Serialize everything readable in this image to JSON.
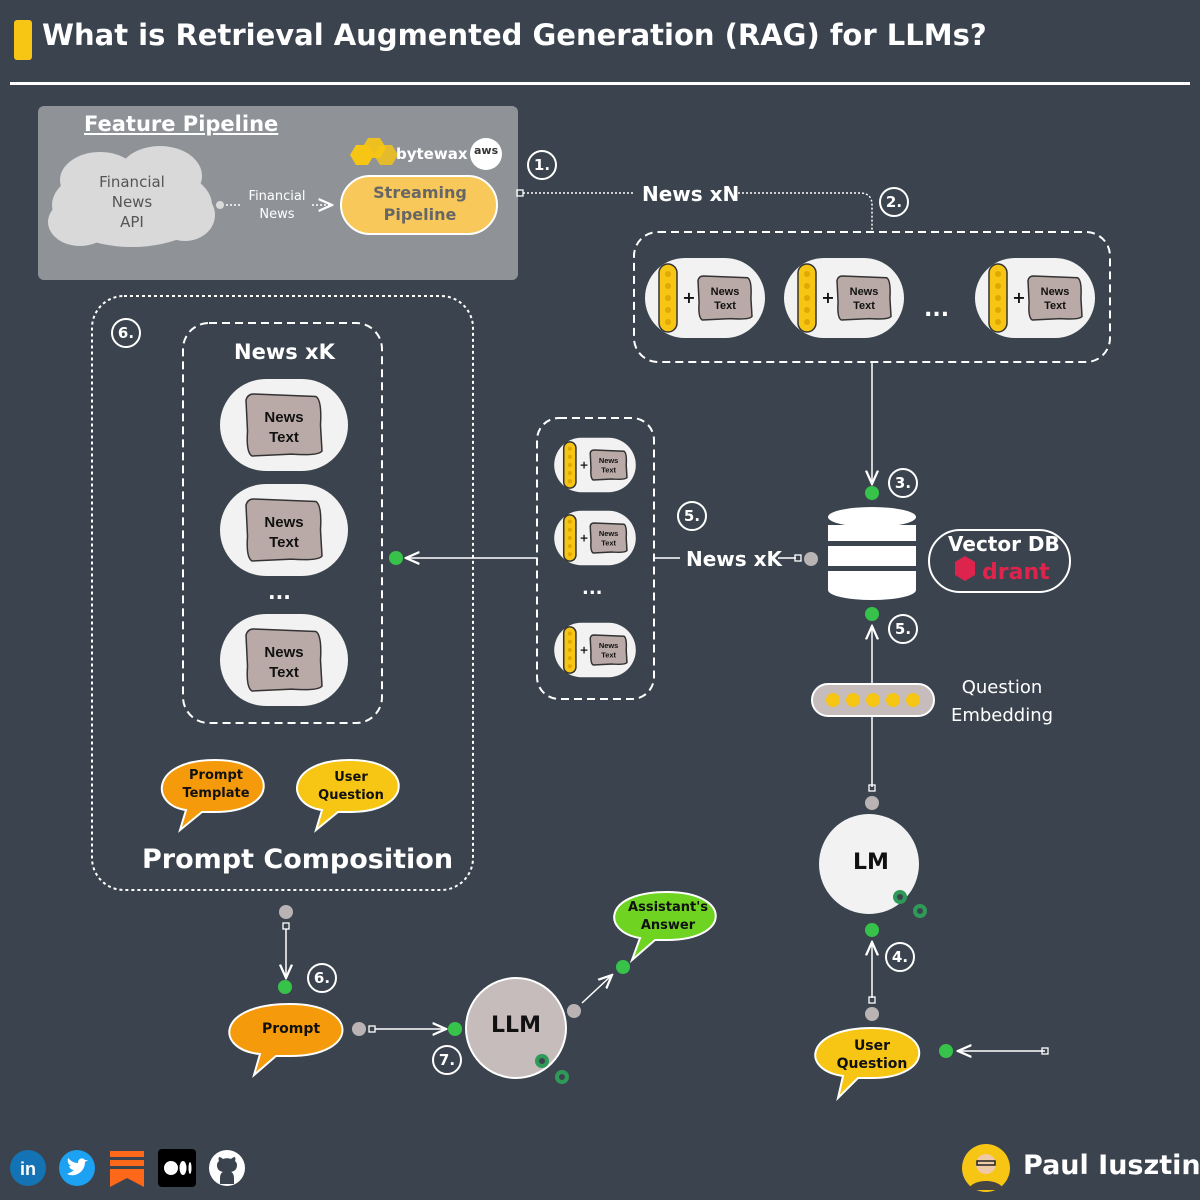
{
  "header": {
    "title": "What is Retrieval Augmented Generation (RAG) for LLMs?"
  },
  "feature_pipeline": {
    "title": "Feature Pipeline",
    "source": "Financial\nNews\nAPI",
    "edge_label": "Financial\nNews",
    "pipeline": "Streaming\nPipeline",
    "brand_logo": "bytewax",
    "cloud_logo": "aws"
  },
  "steps": {
    "s1": "1.",
    "s2": "2.",
    "s3": "3.",
    "s4": "4.",
    "s5a": "5.",
    "s5b": "5.",
    "s6a": "6.",
    "s6b": "6.",
    "s7": "7."
  },
  "flow": {
    "news_xn": "News xN",
    "news_xk_edge": "News xK",
    "news_text": "News\nText",
    "ellipsis": "...",
    "ellipsis_vertical": "..."
  },
  "vector_db": {
    "label": "Vector DB",
    "brand": "drant",
    "brand_icon": "qdrant-icon"
  },
  "question_embedding": "Question\nEmbedding",
  "lm": "LM",
  "llm": "LLM",
  "prompt_composition": {
    "news_xk": "News xK",
    "title": "Prompt Composition",
    "prompt_template": "Prompt\nTemplate",
    "user_question": "User\nQuestion"
  },
  "bubbles": {
    "prompt": "Prompt",
    "assistant_answer": "Assistant's\nAnswer",
    "user_question": "User\nQuestion"
  },
  "footer": {
    "author": "Paul Iusztin",
    "socials": [
      "linkedin-icon",
      "twitter-icon",
      "substack-icon",
      "medium-icon",
      "github-icon"
    ]
  },
  "colors": {
    "background": "#3b444e",
    "accent_yellow": "#f7c513",
    "orange": "#f59a0b",
    "green_dot": "#37c24a",
    "assistant_green": "#6ed321",
    "news_text_fill": "#b9aaa7"
  }
}
